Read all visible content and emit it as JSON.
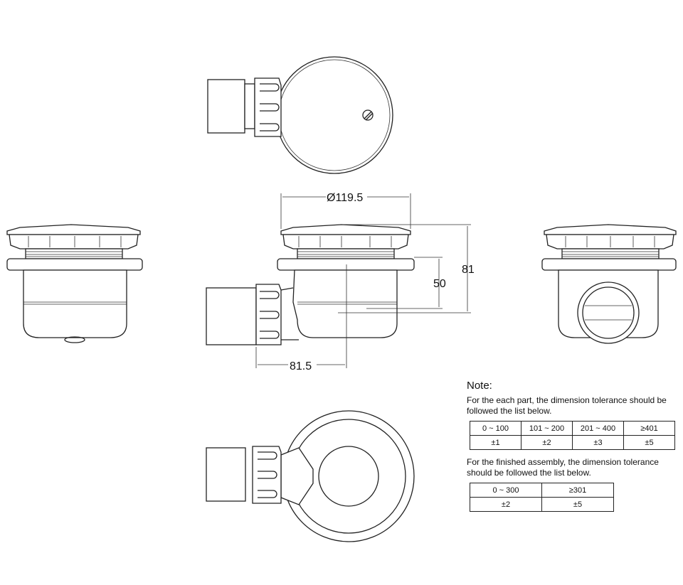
{
  "dimensions": {
    "cap_diameter": "Ø119.5",
    "total_height": "81",
    "body_height": "50",
    "outlet_offset": "81.5"
  },
  "notes": {
    "title": "Note:",
    "part_text": "For the each part, the dimension tolerance should be followed the list below.",
    "part_table": {
      "ranges": [
        "0 ~ 100",
        "101 ~ 200",
        "201 ~ 400",
        "≥401"
      ],
      "tolerances": [
        "±1",
        "±2",
        "±3",
        "±5"
      ]
    },
    "assembly_text": "For the finished assembly, the dimension tolerance should be followed the list below.",
    "assembly_table": {
      "ranges": [
        "0 ~ 300",
        "≥301"
      ],
      "tolerances": [
        "±2",
        "±5"
      ]
    }
  }
}
